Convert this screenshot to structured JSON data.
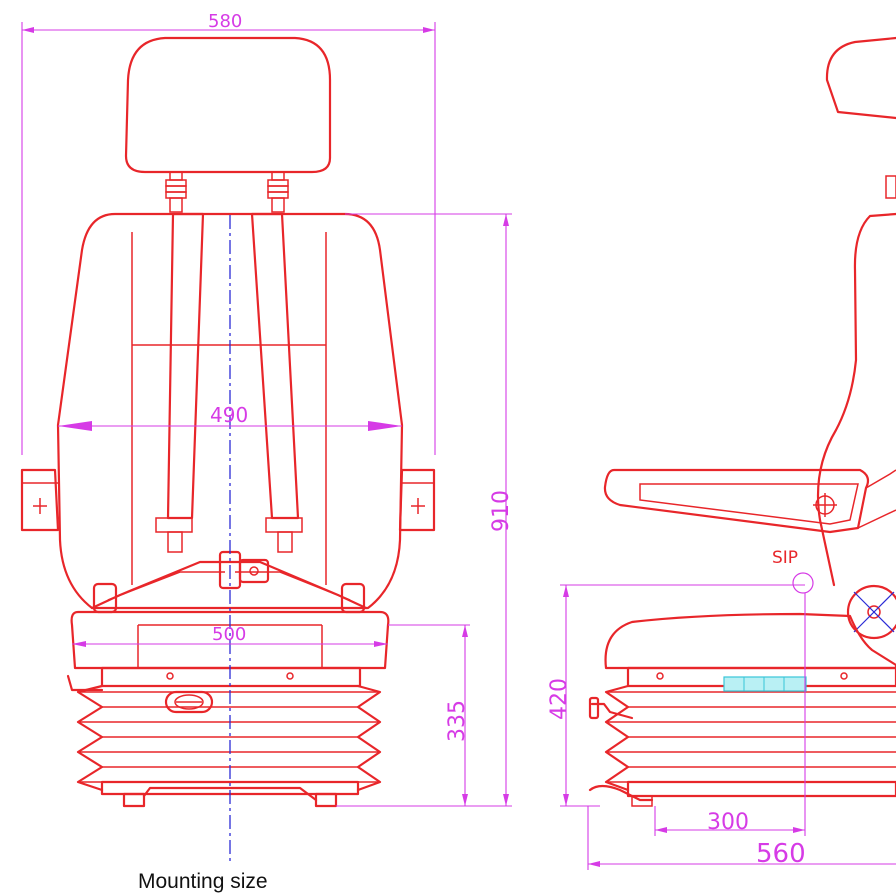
{
  "dimensions": {
    "overall_width": "580",
    "backrest_width": "490",
    "cushion_width": "500",
    "suspension_height": "335",
    "overall_height": "910",
    "sip_height": "420",
    "sip_offset": "300",
    "overall_depth": "560"
  },
  "labels": {
    "sip": "SIP",
    "mounting_caption": "Mounting size"
  },
  "colors": {
    "outline": "#e8262a",
    "dimension": "#d63be6",
    "centerline": "#2b2bd6"
  }
}
